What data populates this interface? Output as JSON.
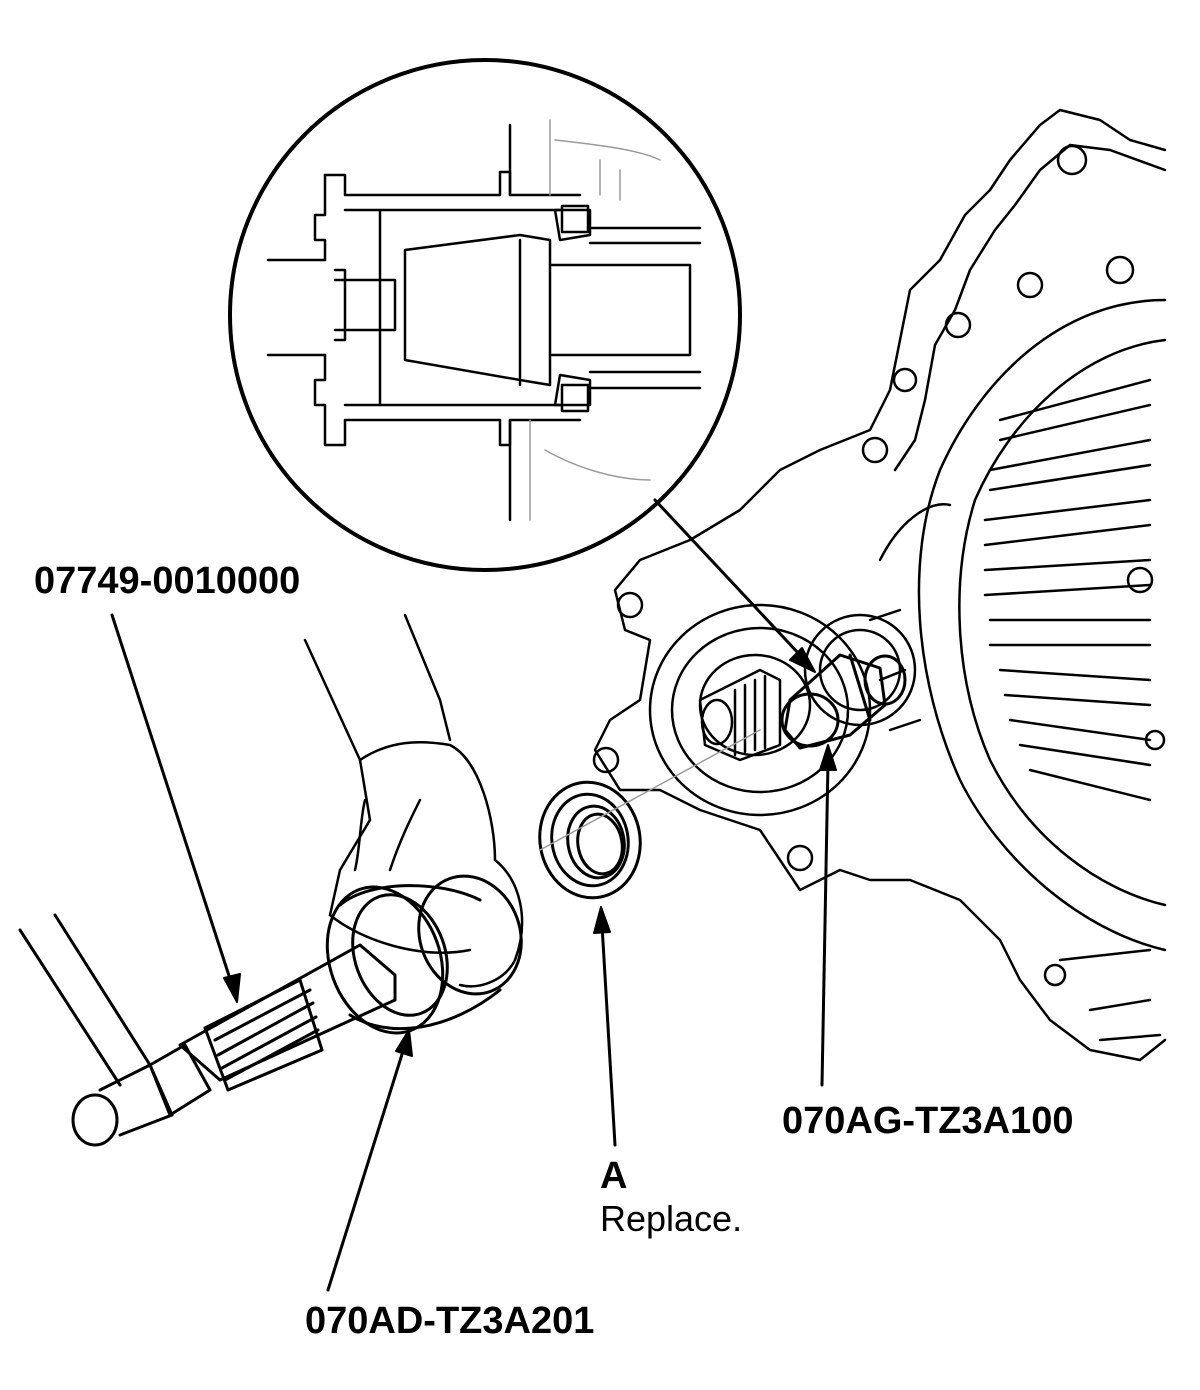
{
  "labels": {
    "handle_tool": "07749-0010000",
    "attachment_tool": "070AD-TZ3A201",
    "guide_tool": "070AG-TZ3A100",
    "seal_callout": "A",
    "seal_note": "Replace."
  },
  "colors": {
    "ink": "#000000",
    "background": "#ffffff",
    "light_line": "#9a9a9a"
  }
}
